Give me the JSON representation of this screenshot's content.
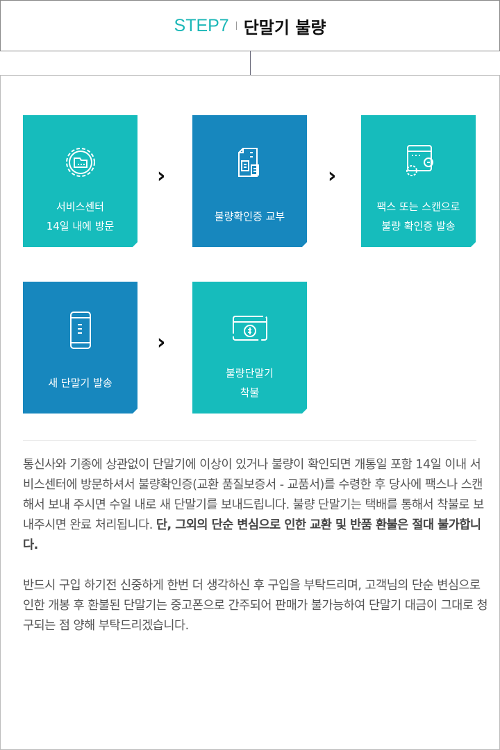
{
  "header": {
    "step": "STEP7",
    "title": "단말기 불량"
  },
  "steps": [
    {
      "label": "서비스센터\n14일 내에  방문",
      "icon": "gear-folder-icon",
      "color": "#16bcbc"
    },
    {
      "label": "불량확인증 교부",
      "icon": "document-icon",
      "color": "#1787be"
    },
    {
      "label": "팩스 또는 스캔으로\n불량 확인증 발송",
      "icon": "fax-scan-icon",
      "color": "#16bcbc"
    },
    {
      "label": "새 단말기 발송",
      "icon": "smartphone-icon",
      "color": "#1787be"
    },
    {
      "label": "불량단말기\n착불",
      "icon": "payment-icon",
      "color": "#16bcbc"
    }
  ],
  "body": {
    "p1": "통신사와 기종에 상관없이 단말기에 이상이 있거나 불량이 확인되면 개통일 포함 14일 이내 서비스센터에 방문하셔서 불량확인증(교환 품질보증서 - 교품서)를 수령한 후 당사에 팩스나 스캔해서 보내 주시면 수일 내로 새 단말기를 보내드립니다. 불량 단말기는 택배를 통해서 착불로 보내주시면 완료 처리됩니다. ",
    "p1_bold": "단, 그외의 단순 변심으로 인한 교환 및 반품 환불은 절대 불가합니다.",
    "p2": "반드시 구입 하기전 신중하게 한번 더 생각하신 후 구입을 부탁드리며, 고객님의 단순 변심으로 인한 개봉 후 환불된 단말기는 중고폰으로 간주되어 판매가 불가능하여 단말기 대금이 그대로 청구되는 점 양해 부탁드리겠습니다."
  }
}
